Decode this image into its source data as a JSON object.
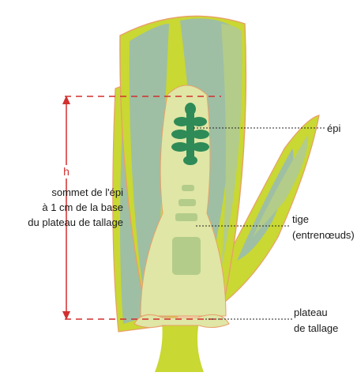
{
  "labels": {
    "h": "h",
    "description": [
      "sommet de l'épi",
      "à 1 cm de la base",
      "du plateau de tallage"
    ],
    "epi": "épi",
    "tige": [
      "tige",
      "(entrenœuds)"
    ],
    "plateau": [
      "plateau",
      "de tallage"
    ]
  },
  "colors": {
    "outer_leaf": "#c9d832",
    "inner_leaf": "#9ebfa4",
    "leaf_edge": "#e9a06a",
    "stem_interior": "#dfe6a6",
    "spike": "#2e8b57",
    "measure_line": "#d32f2f",
    "leader_line": "#222222"
  }
}
